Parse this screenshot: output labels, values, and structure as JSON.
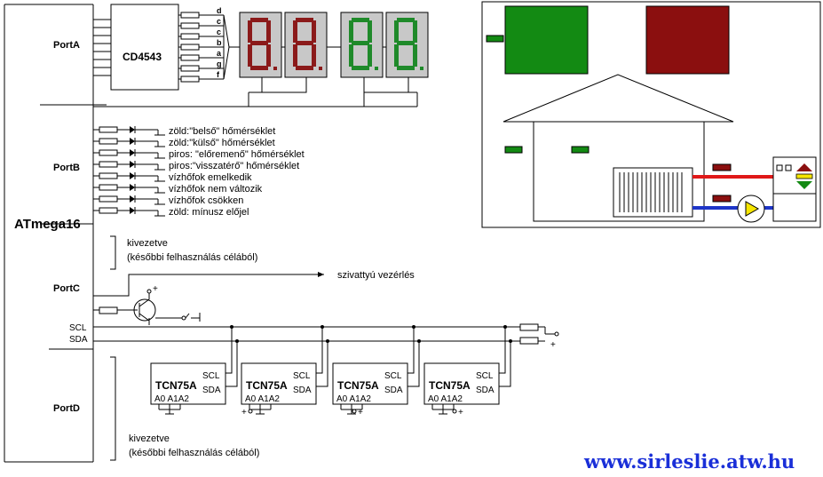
{
  "mcu": {
    "name": "ATmega16",
    "ports": [
      "PortA",
      "PortB",
      "PortC",
      "PortD"
    ]
  },
  "decoder": {
    "name": "CD4543",
    "pins": [
      "d",
      "c",
      "c",
      "b",
      "a",
      "g",
      "f"
    ]
  },
  "leds": [
    "zöld:\"belső\" hőmérséklet",
    "zöld:\"külső\" hőmérséklet",
    "piros: \"előremenő\" hőmérséklet",
    "piros:\"visszatérő\" hőmérséklet",
    "vízhőfok emelkedik",
    "vízhőfok nem változik",
    "vízhőfok csökken",
    "zöld: mínusz előjel"
  ],
  "notes": {
    "reserved_line1": "kivezetve",
    "reserved_line2": "(későbbi felhasználás célából)",
    "pump": "szivattyú vezérlés"
  },
  "bus": {
    "scl": "SCL",
    "sda": "SDA",
    "plus": "+"
  },
  "sensors": {
    "chip": "TCN75A",
    "scl": "SCL",
    "sda": "SDA",
    "address": "A0 A1A2",
    "plus": "+"
  },
  "colors": {
    "seg_red_on": "#8b1a1a",
    "seg_green_on": "#1f8a2a",
    "house_green": "#138a13",
    "house_red": "#8b0f0f",
    "pipe_red": "#e01818",
    "pipe_blue": "#1e35c8",
    "pump_yellow": "#f6e600",
    "url_blue": "#1a2fd8"
  },
  "footer": {
    "url": "www.sirleslie.atw.hu"
  }
}
